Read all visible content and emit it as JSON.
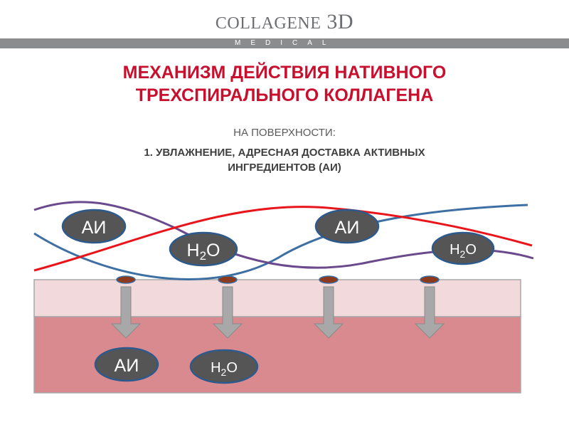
{
  "logo": {
    "text_main": "Collagene",
    "text_suffix": "3D",
    "band": "MEDICAL"
  },
  "title": {
    "line1": "МЕХАНИЗМ ДЕЙСТВИЯ НАТИВНОГО",
    "line2": "ТРЕХСПИРАЛЬНОГО КОЛЛАГЕНА"
  },
  "subtitle": "НА ПОВЕРХНОСТИ:",
  "point": {
    "line1": "1. УВЛАЖНЕНИЕ,  АДРЕСНАЯ ДОСТАВКА АКТИВНЫХ",
    "line2": "ИНГРЕДИЕНТОВ (АИ)"
  },
  "labels": {
    "ai": "АИ",
    "water_h": "H",
    "water_2": "2",
    "water_o": "O"
  },
  "colors": {
    "red_strand": "#e8151b",
    "blue_strand": "#3d6fa3",
    "purple_strand": "#6a4a8c",
    "ellipse_fill": "#555555",
    "ellipse_stroke": "#2d5a8c",
    "skin_top": "#f2d9db",
    "skin_bottom": "#d98a8e",
    "arrow": "#a8a8a8",
    "pore": "#8b3a1e"
  }
}
